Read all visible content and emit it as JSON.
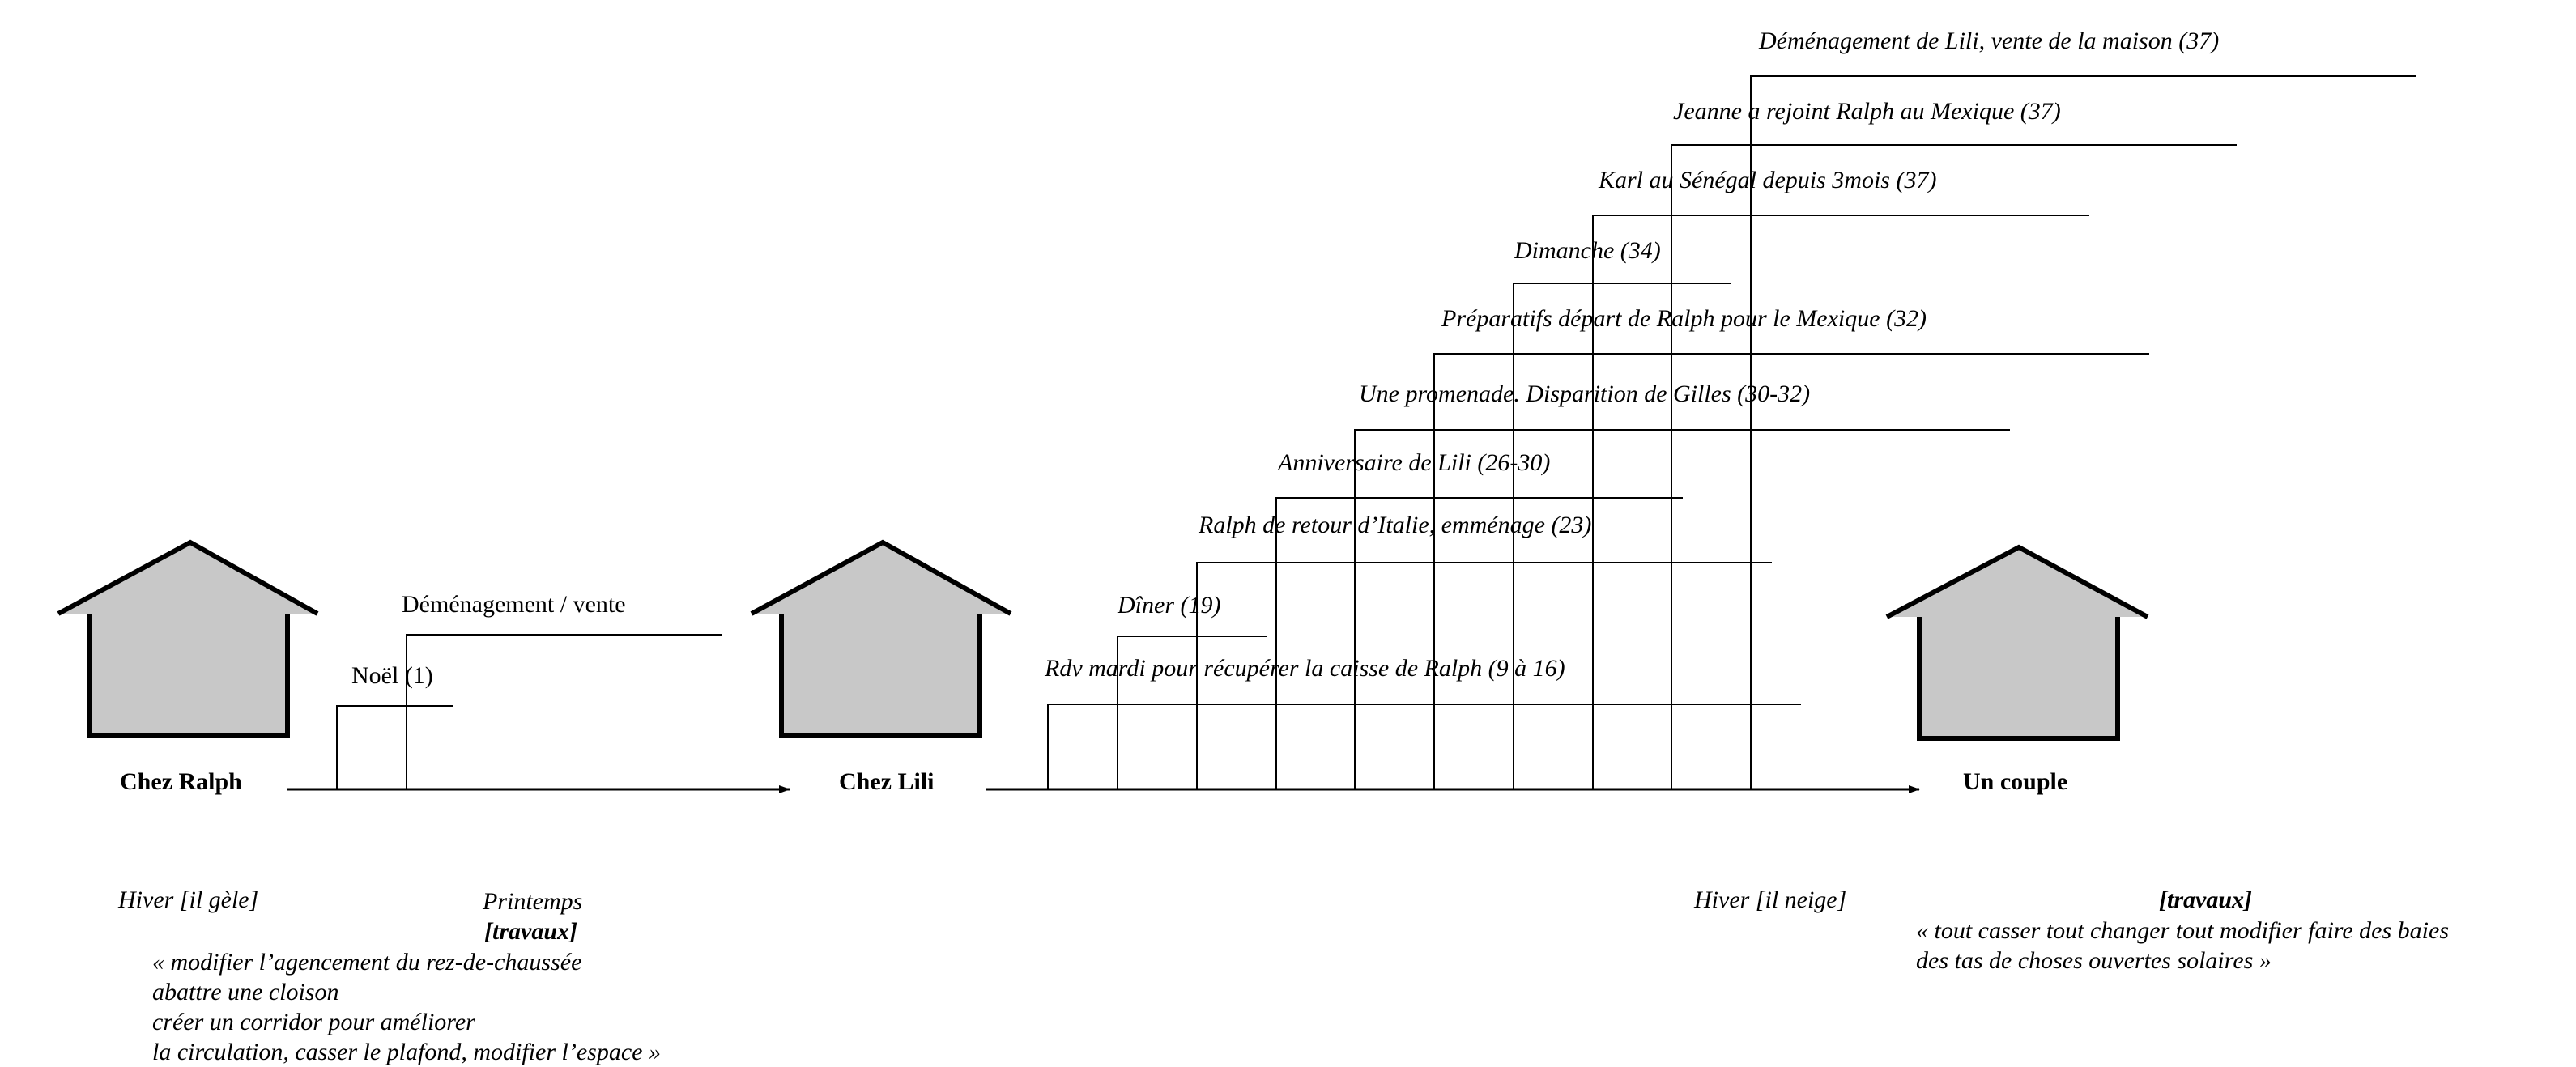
{
  "houses": [
    {
      "label": "Chez Ralph"
    },
    {
      "label": "Chez Lili"
    },
    {
      "label": "Un couple"
    }
  ],
  "events_left": [
    {
      "label": "Noël (1)"
    },
    {
      "label": "Déménagement / vente"
    }
  ],
  "events_right": [
    {
      "label": "Rdv mardi pour récupérer la caisse de Ralph (9 à 16)"
    },
    {
      "label": "Dîner (19)"
    },
    {
      "label": "Ralph de retour d’Italie, emménage (23)"
    },
    {
      "label": "Anniversaire de Lili (26-30)"
    },
    {
      "label": "Une promenade. Disparition de Gilles (30-32)"
    },
    {
      "label": "Préparatifs départ de Ralph pour le Mexique (32)"
    },
    {
      "label": "Dimanche (34)"
    },
    {
      "label": "Karl au Sénégal depuis 3mois (37)"
    },
    {
      "label": "Jeanne a rejoint Ralph au Mexique (37)"
    },
    {
      "label": "Déménagement de Lili, vente de la maison (37)"
    }
  ],
  "notes": {
    "left_season": "Hiver [il gèle]",
    "spring": "Printemps",
    "travaux_left": "[travaux]",
    "quote_left": "« modifier l’agencement du rez-de-chaussée\nabattre une cloison\ncréer un corridor pour améliorer\nla circulation, casser le plafond, modifier l’espace »",
    "right_season": "Hiver [il neige]",
    "travaux_right": "[travaux]",
    "quote_right": "« tout casser tout changer tout modifier faire des baies\ndes tas de choses ouvertes solaires »"
  },
  "colors": {
    "house_fill": "#c8c8c8",
    "ink": "#000000"
  }
}
